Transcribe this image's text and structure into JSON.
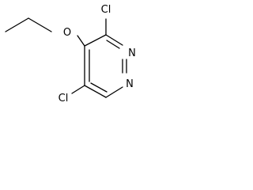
{
  "molecule": {
    "atoms": {
      "o_ether": "O",
      "cl_top": "Cl",
      "cl_bottom": "Cl",
      "n_ring_upper": "N",
      "n_ring_lower": "N"
    },
    "colors": {
      "bond": "#000000",
      "label": "#000000",
      "background": "#ffffff"
    }
  }
}
